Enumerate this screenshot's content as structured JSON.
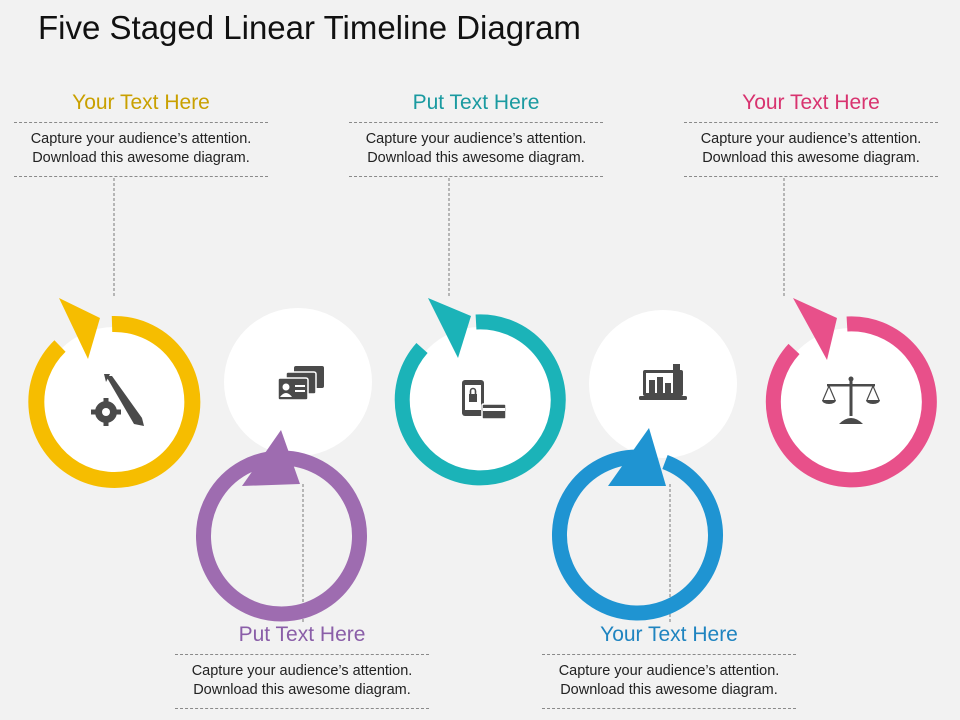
{
  "title": "Five Staged Linear Timeline Diagram",
  "colors": {
    "yellow": "#f6bd00",
    "purple": "#9e6cb0",
    "teal": "#1bb3b8",
    "blue": "#1f94d2",
    "pink": "#e8508a",
    "icon": "#4a4a4a",
    "background": "#f2f2f2"
  },
  "stages": [
    {
      "id": 1,
      "heading": "Your Text Here",
      "heading_color": "#c9a000",
      "line1": "Capture your audience’s attention.",
      "line2": "Download this awesome diagram.",
      "ring_color": "#f6bd00",
      "icon": "gear-wrench-icon",
      "callout_position": "top"
    },
    {
      "id": 2,
      "heading": "Put Text Here",
      "heading_color": "#8a5ea8",
      "line1": "Capture your audience’s attention.",
      "line2": "Download this awesome diagram.",
      "ring_color": "#9e6cb0",
      "icon": "id-cards-icon",
      "callout_position": "bottom"
    },
    {
      "id": 3,
      "heading": "Put Text Here",
      "heading_color": "#1a9aa0",
      "line1": "Capture your audience’s attention.",
      "line2": "Download this awesome diagram.",
      "ring_color": "#1bb3b8",
      "icon": "mobile-lock-card-icon",
      "callout_position": "top"
    },
    {
      "id": 4,
      "heading": "Your Text Here",
      "heading_color": "#1f84c0",
      "line1": "Capture your audience’s attention.",
      "line2": "Download this awesome diagram.",
      "ring_color": "#1f94d2",
      "icon": "bar-chart-laptop-icon",
      "callout_position": "bottom"
    },
    {
      "id": 5,
      "heading": "Your Text Here",
      "heading_color": "#d8336f",
      "line1": "Capture your audience’s attention.",
      "line2": "Download this awesome diagram.",
      "ring_color": "#e8508a",
      "icon": "balance-scale-icon",
      "callout_position": "top"
    }
  ]
}
